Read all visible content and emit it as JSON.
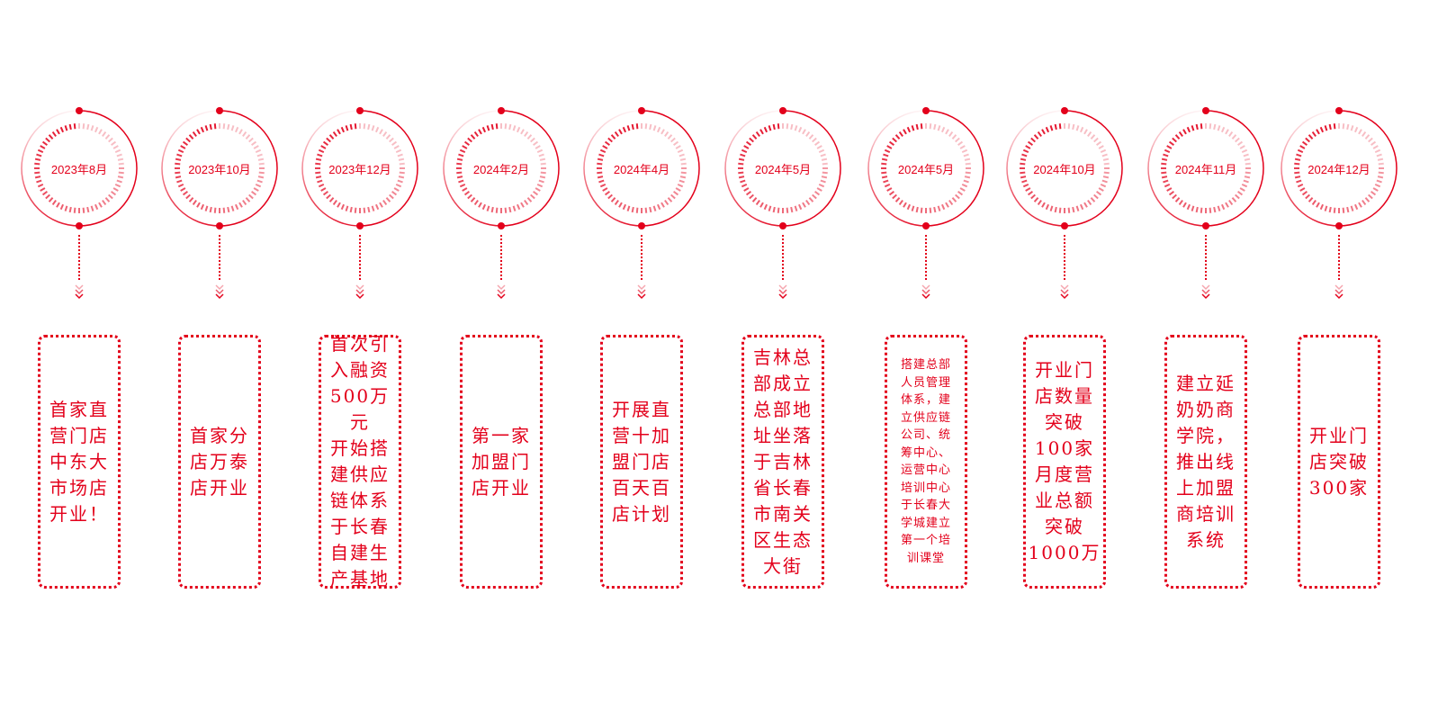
{
  "accent_color": "#e3001b",
  "milestones": [
    {
      "date": "2023年8月",
      "text": "首家直\n营门店\n中东大\n市场店\n开业！"
    },
    {
      "date": "2023年10月",
      "text": "首家分\n店万泰\n店开业"
    },
    {
      "date": "2023年12月",
      "text": "首次引\n入融资\n500万元\n开始搭\n建供应\n链体系\n于长春\n自建生\n产基地"
    },
    {
      "date": "2024年2月",
      "text": "第一家\n加盟门\n店开业"
    },
    {
      "date": "2024年4月",
      "text": "开展直\n营十加\n盟门店\n百天百\n店计划"
    },
    {
      "date": "2024年5月",
      "text": "吉林总\n部成立\n总部地\n址坐落\n于吉林\n省长春\n市南关\n区生态\n大街"
    },
    {
      "date": "2024年5月",
      "text": "搭建总部\n人员管理\n体系，建\n立供应链\n公司、统\n筹中心、\n运营中心\n培训中心\n于长春大\n学城建立\n第一个培\n训课堂"
    },
    {
      "date": "2024年10月",
      "text": "开业门\n店数量\n突破\n100家\n月度营\n业总额\n突破\n1000万"
    },
    {
      "date": "2024年11月",
      "text": "建立延\n奶奶商\n学院，\n推出线\n上加盟\n商培训\n系统"
    },
    {
      "date": "2024年12月",
      "text": "开业门\n店突破\n300家"
    }
  ]
}
